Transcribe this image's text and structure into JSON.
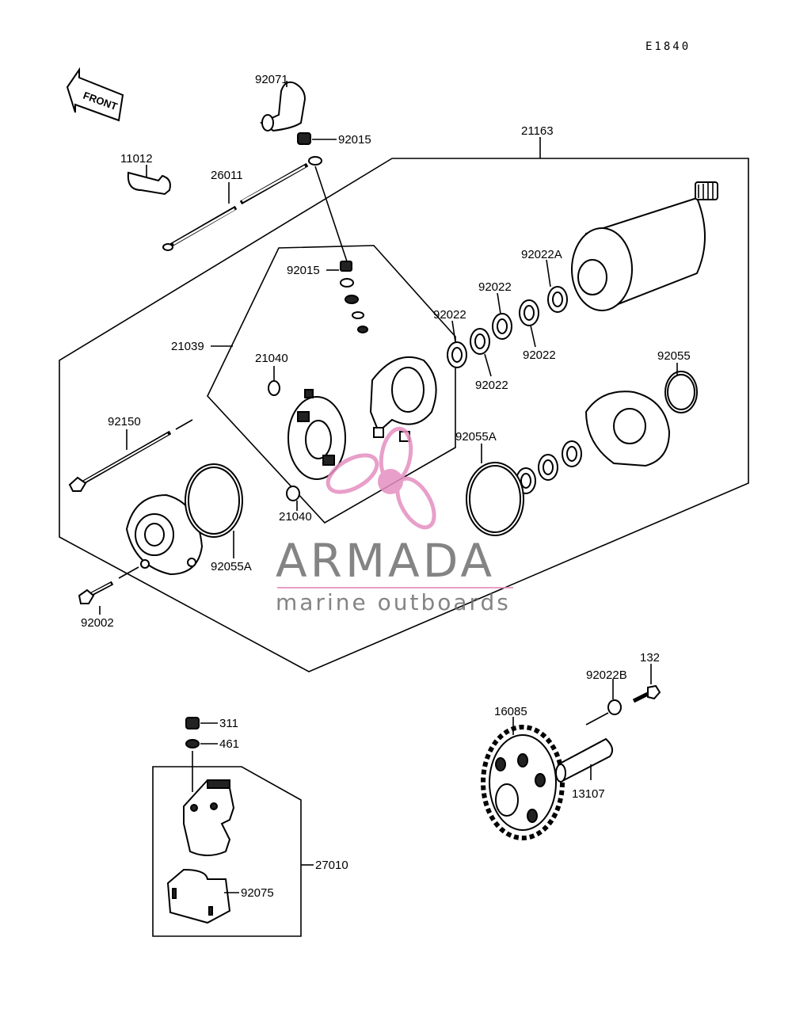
{
  "diagram_code": "E1840",
  "front_label": "FRONT",
  "watermark": {
    "title": "ARMADA",
    "subtitle": "marine outboards",
    "accent_color": "#e58fc0"
  },
  "labels": {
    "p92071": "92071",
    "p92015_top": "92015",
    "p21163": "21163",
    "p11012": "11012",
    "p26011": "26011",
    "p92015_mid": "92015",
    "p92022A": "92022A",
    "p92022_a": "92022",
    "p92022_b": "92022",
    "p92022_c": "92022",
    "p92022_d": "92022",
    "p21039": "21039",
    "p21040_top": "21040",
    "p92055": "92055",
    "p92150": "92150",
    "p92055A_right": "92055A",
    "p21040_bottom": "21040",
    "p92055A_left": "92055A",
    "p92002": "92002",
    "p132": "132",
    "p92022B": "92022B",
    "p16085": "16085",
    "p311": "311",
    "p461": "461",
    "p13107": "13107",
    "p27010": "27010",
    "p92075": "92075"
  }
}
